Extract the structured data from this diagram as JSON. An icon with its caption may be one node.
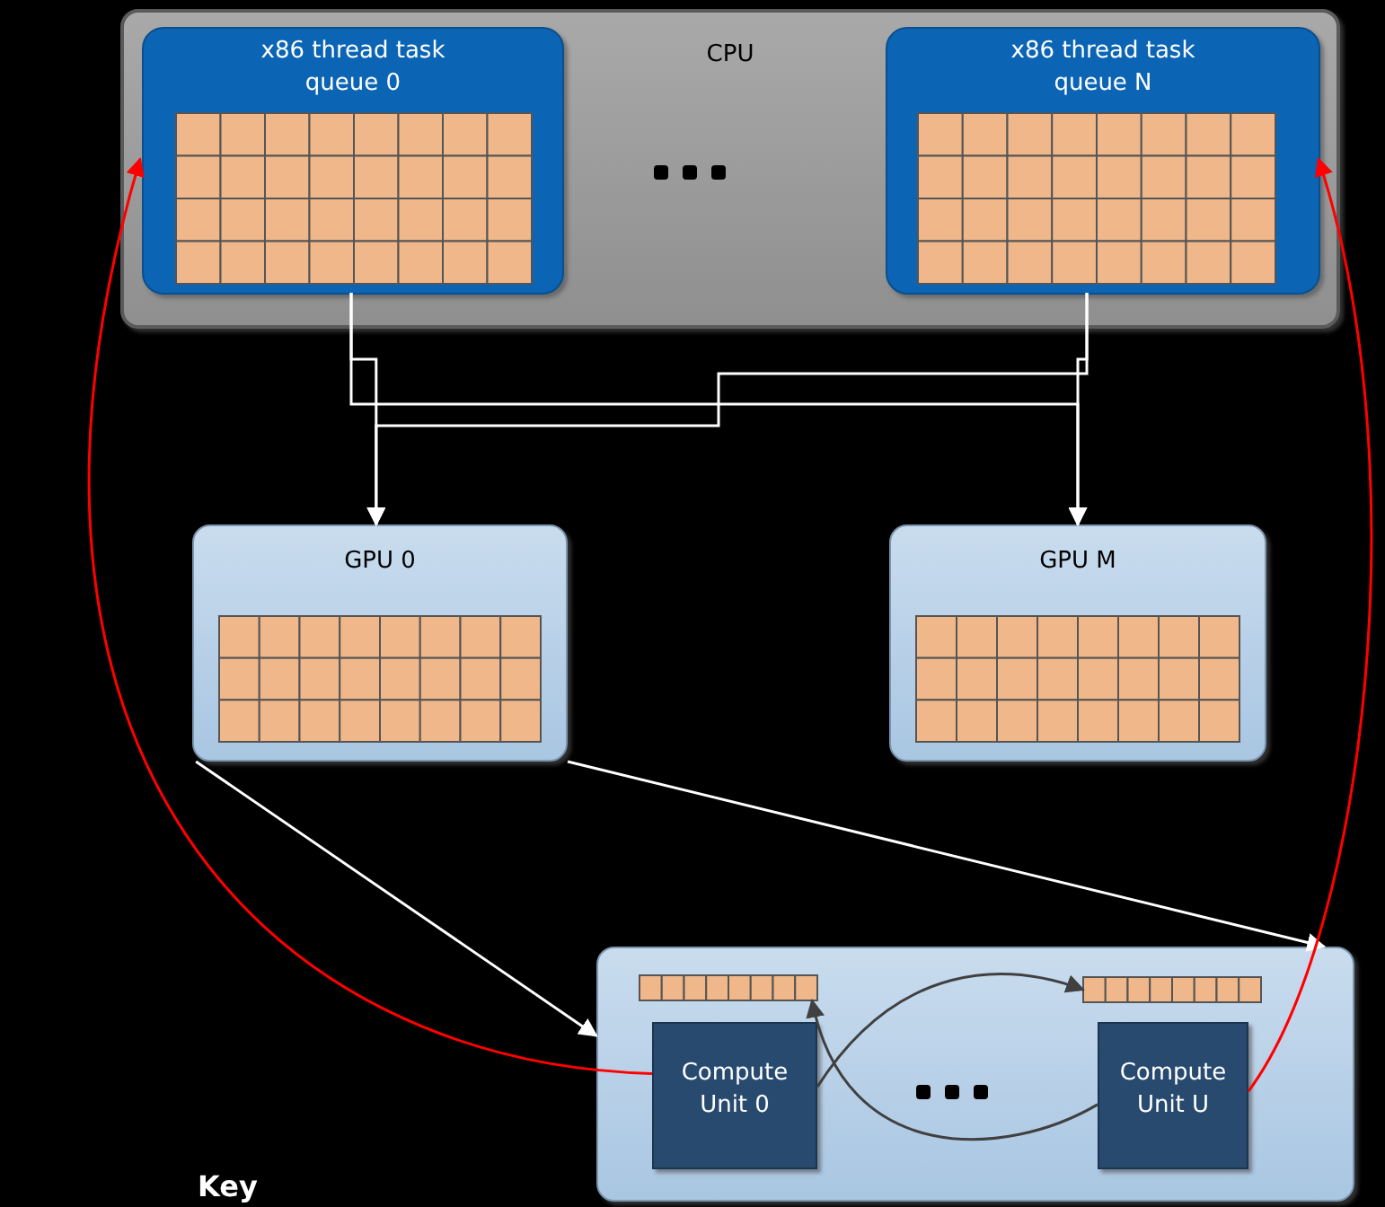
{
  "diagram": {
    "nodes": [
      {
        "text": [
          "CPU"
        ]
      },
      {
        "text": [
          "x86 thread task queue 0"
        ],
        "in": 0
      },
      {
        "text": [
          "x86 thread task queue N"
        ],
        "in": 0
      },
      {
        "text": [
          "GPU 0"
        ]
      },
      {
        "text": [
          "GPU M"
        ]
      },
      {
        "text": [],
        "shape": "box"
      },
      {
        "text": [],
        "shape": "bar",
        "in": 5
      },
      {
        "text": [],
        "shape": "bar",
        "in": 5
      },
      {
        "text": [
          "Compute Unit 0"
        ],
        "in": 5
      },
      {
        "text": [
          "Compute Unit U"
        ],
        "in": 5
      }
    ],
    "edges": [
      {
        "from": 1,
        "to": 3,
        "arrow": "to"
      },
      {
        "from": 1,
        "to": 4,
        "arrow": "to"
      },
      {
        "from": 2,
        "to": 4,
        "arrow": "to"
      },
      {
        "from": 2,
        "to": 3,
        "arrow": "to"
      },
      {
        "from": 3,
        "to": 5,
        "arrow": "to"
      },
      {
        "from": 3,
        "to": 5,
        "arrow": "to"
      },
      {
        "from": 8,
        "to": 1,
        "arrow": "to",
        "color": "#ff0000"
      },
      {
        "from": 9,
        "to": 2,
        "arrow": "to",
        "color": "#ff0000"
      },
      {
        "from": 8,
        "to": 7,
        "arrow": "to",
        "color": "#404040"
      },
      {
        "from": 9,
        "to": 6,
        "arrow": "to",
        "color": "#404040"
      }
    ],
    "labels": [
      "Key"
    ]
  }
}
